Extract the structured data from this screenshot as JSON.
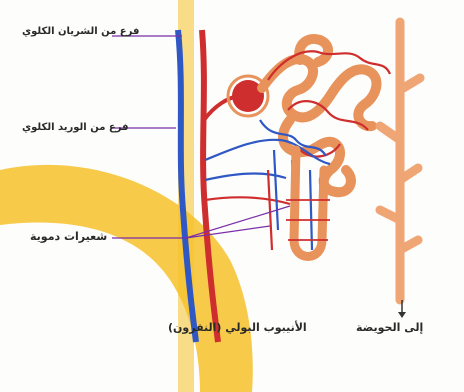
{
  "labels": {
    "artery_branch": "فرع من الشريان الكلوي",
    "vein_branch": "فرع من الوريد الكلوي",
    "capillaries": "شعيرات دموية",
    "nephron": "الأنيبوب البولي (النفرون)",
    "renal_pelvis": "إلى الحويضة"
  },
  "colors": {
    "artery": "#cf2e2e",
    "vein": "#2f58c4",
    "tubule": "#e8935b",
    "collecting_duct": "#f0a574",
    "watermark": "#f6c12a"
  }
}
